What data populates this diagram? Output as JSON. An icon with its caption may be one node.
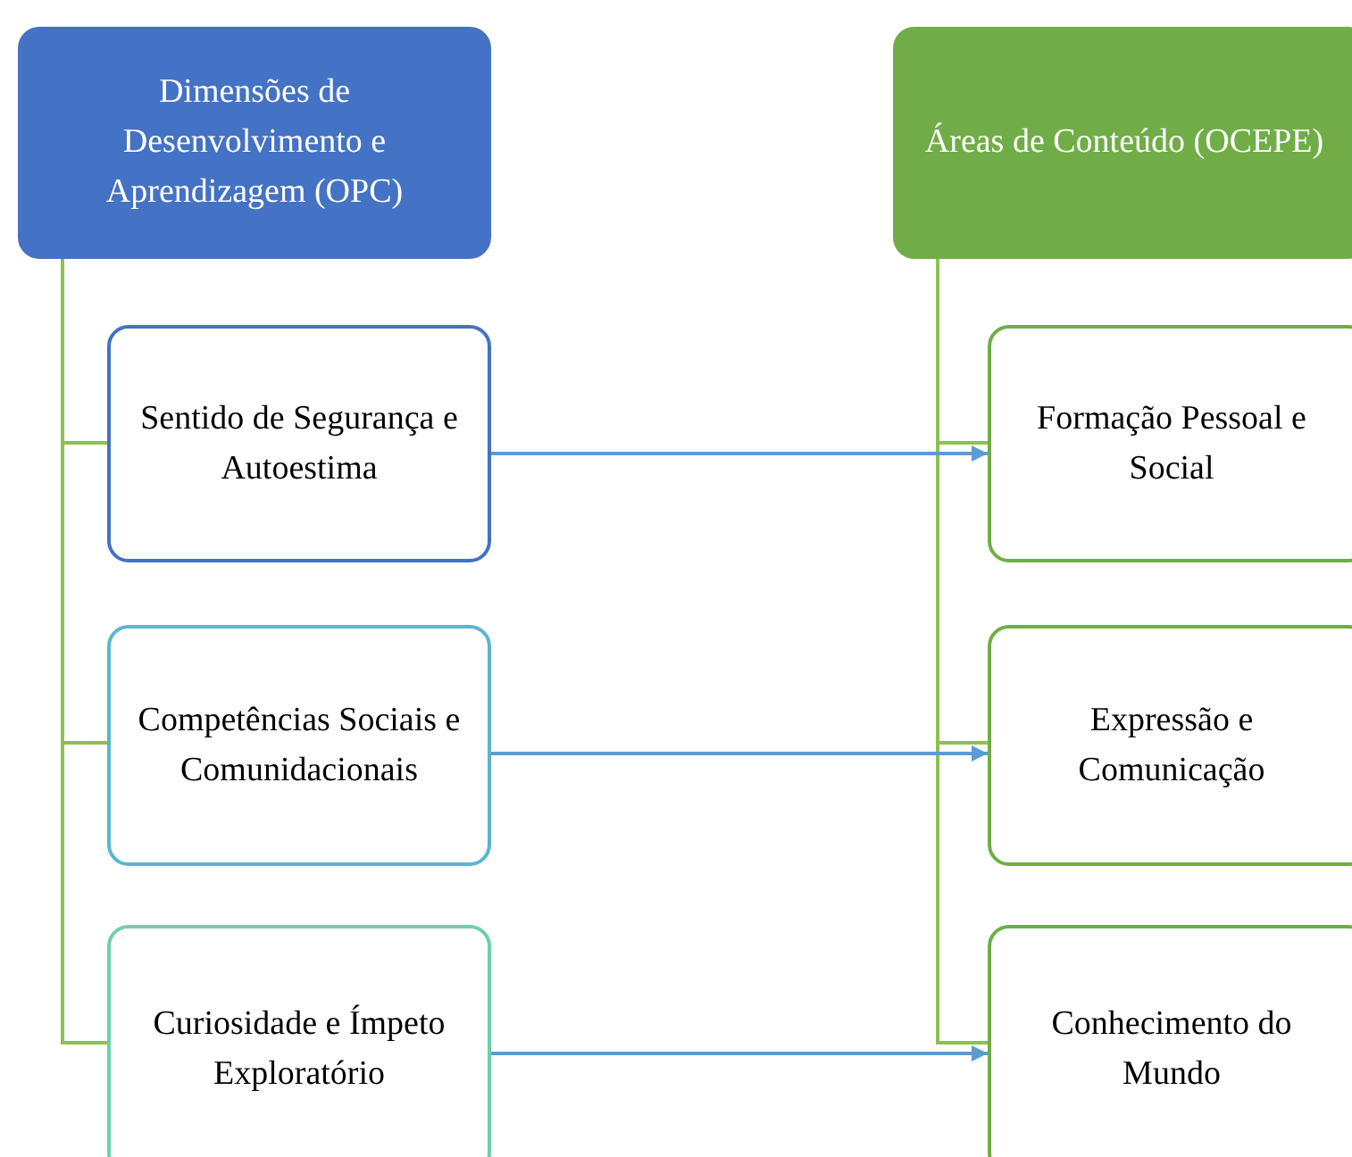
{
  "diagram": {
    "nodes": [
      {
        "text": [
          "Dimensões de Desenvolvimento e Aprendizagem (OPC)"
        ]
      },
      {
        "text": [
          "Sentido de Segurança e Autoestima"
        ]
      },
      {
        "text": [
          "Competências Sociais e Comunidacionais"
        ]
      },
      {
        "text": [
          "Curiosidade e Ímpeto Exploratório"
        ]
      },
      {
        "text": [
          "Áreas de Conteúdo (OCEPE)"
        ]
      },
      {
        "text": [
          "Formação Pessoal e Social"
        ]
      },
      {
        "text": [
          "Expressão e Comunicação"
        ]
      },
      {
        "text": [
          "Conhecimento do Mundo"
        ]
      }
    ],
    "edges": [
      {
        "from": 0,
        "to": 1,
        "arrow": "none"
      },
      {
        "from": 0,
        "to": 2,
        "arrow": "none"
      },
      {
        "from": 0,
        "to": 3,
        "arrow": "none"
      },
      {
        "from": 4,
        "to": 5,
        "arrow": "none"
      },
      {
        "from": 4,
        "to": 6,
        "arrow": "none"
      },
      {
        "from": 4,
        "to": 7,
        "arrow": "none"
      },
      {
        "from": 1,
        "to": 5,
        "arrow": "to",
        "color": "#5b9bd5"
      },
      {
        "from": 2,
        "to": 6,
        "arrow": "to",
        "color": "#5b9bd5"
      },
      {
        "from": 3,
        "to": 7,
        "arrow": "to",
        "color": "#5b9bd5"
      }
    ]
  }
}
